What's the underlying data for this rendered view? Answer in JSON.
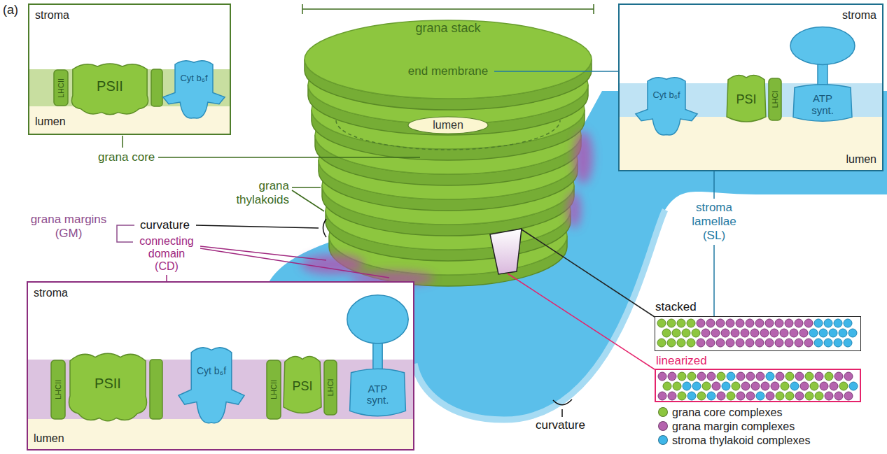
{
  "diagram": {
    "nodes": [
      {
        "text": [
          "stroma",
          "lumen"
        ]
      },
      {
        "text": [
          "LHCII"
        ],
        "in": 0
      },
      {
        "text": [
          "PSII"
        ],
        "in": 0
      },
      {
        "text": [
          "Cyt b₆f"
        ],
        "in": 0
      },
      {
        "text": [
          "lumen"
        ]
      },
      {
        "text": [
          "stroma",
          "lumen"
        ]
      },
      {
        "text": [
          "Cyt b₆f"
        ],
        "in": 5
      },
      {
        "text": [
          "PSI"
        ],
        "in": 5
      },
      {
        "text": [
          "LHCI"
        ],
        "in": 5
      },
      {
        "text": [
          "ATP synt."
        ],
        "in": 5
      },
      {
        "text": [
          "stroma",
          "lumen"
        ]
      },
      {
        "text": [
          "LHCII"
        ],
        "in": 10
      },
      {
        "text": [
          "PSII"
        ],
        "in": 10
      },
      {
        "text": [
          "Cyt b₆f"
        ],
        "in": 10
      },
      {
        "text": [
          "LHCII"
        ],
        "in": 10
      },
      {
        "text": [
          "PSI"
        ],
        "in": 10
      },
      {
        "text": [
          "LHCI"
        ],
        "in": 10
      },
      {
        "text": [
          "ATP synt."
        ],
        "in": 10
      },
      {
        "text": [
          "stacked"
        ]
      },
      {
        "text": [
          "linearized"
        ]
      }
    ],
    "labels": [
      "(a)",
      "grana stack",
      "end membrane",
      "grana core",
      "grana thylakoids",
      "curvature",
      "grana margins (GM)",
      "connecting domain (CD)",
      "stroma lamellae (SL)",
      "curvature"
    ],
    "legend": [
      {
        "text": "grana core complexes",
        "color": "#8dc63f"
      },
      {
        "text": "grana margin complexes",
        "color": "#b563ae"
      },
      {
        "text": "stroma thylakoid complexes",
        "color": "#3fb6e8"
      }
    ]
  }
}
